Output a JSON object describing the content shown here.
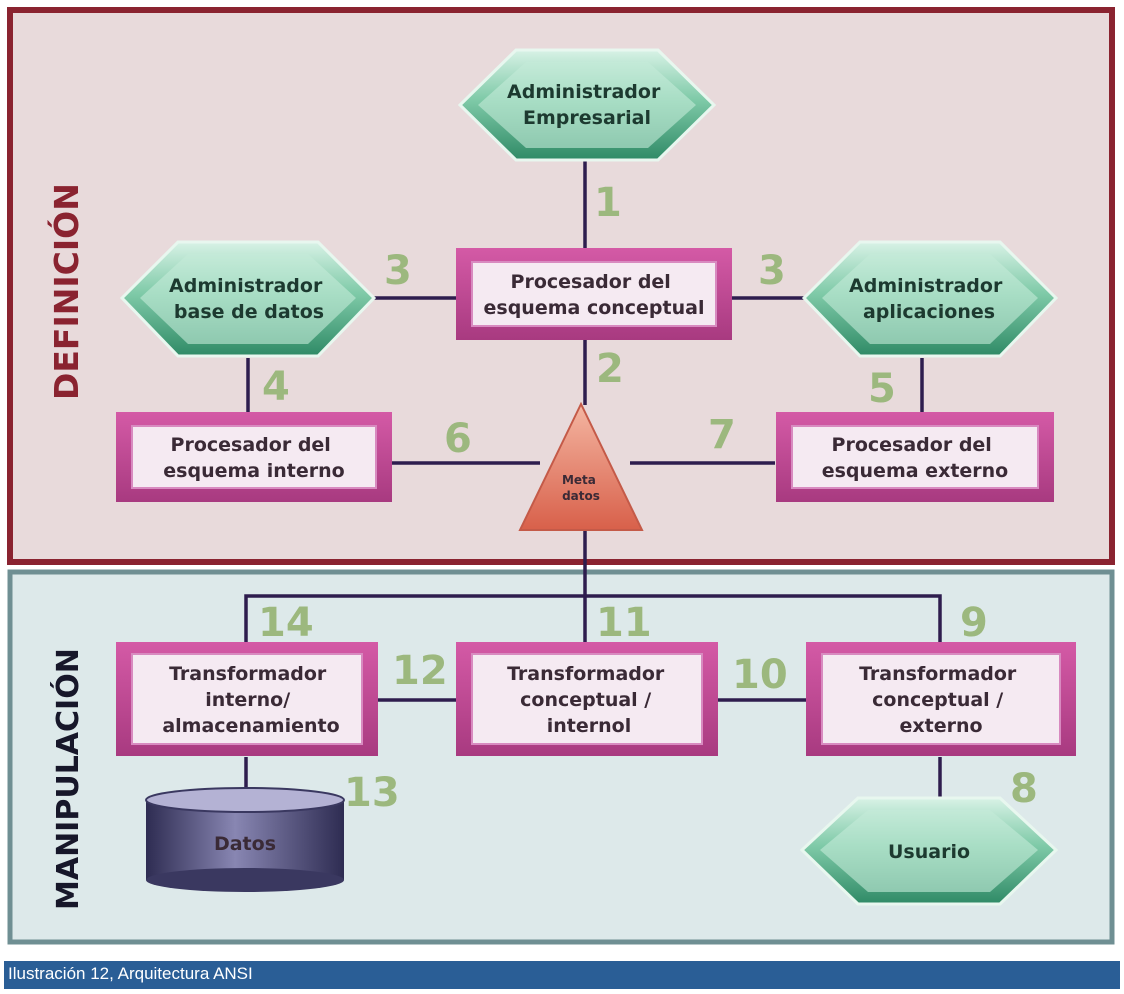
{
  "colors": {
    "definition_bg": "#e8dadb",
    "definition_border": "#8a2330",
    "manipulation_bg": "#dde9ea",
    "manipulation_border": "#6f8f93",
    "connector": "#2e1d4e",
    "number": "#9cb87e",
    "process_box": "#c8509a",
    "hexagon": "#5fb894",
    "triangle": "#e8826a",
    "cylinder": "#4c4a72",
    "caption_bar": "#2a5e96"
  },
  "sections": {
    "definition": "DEFINICIÓN",
    "manipulation": "MANIPULACIÓN"
  },
  "nodes": {
    "admin_empresarial": [
      "Administrador",
      "Empresarial"
    ],
    "admin_bd": [
      "Administrador",
      "base de datos"
    ],
    "admin_aplicaciones": [
      "Administrador",
      "aplicaciones"
    ],
    "proc_conceptual": [
      "Procesador del",
      "esquema conceptual"
    ],
    "proc_interno": [
      "Procesador del",
      "esquema interno"
    ],
    "proc_externo": [
      "Procesador del",
      "esquema externo"
    ],
    "metadatos": [
      "Meta",
      "datos"
    ],
    "trans_interno": [
      "Transformador",
      "interno/",
      "almacenamiento"
    ],
    "trans_conceptual_interno": [
      "Transformador",
      "conceptual /",
      "internol"
    ],
    "trans_conceptual_externo": [
      "Transformador",
      "conceptual /",
      "externo"
    ],
    "datos": "Datos",
    "usuario": "Usuario"
  },
  "edge_labels": {
    "e1": "1",
    "e2": "2",
    "e3_left": "3",
    "e3_right": "3",
    "e4": "4",
    "e5": "5",
    "e6": "6",
    "e7": "7",
    "e8": "8",
    "e9": "9",
    "e10": "10",
    "e11": "11",
    "e12": "12",
    "e13": "13",
    "e14": "14"
  },
  "caption": "Ilustración 12, Arquitectura ANSI"
}
